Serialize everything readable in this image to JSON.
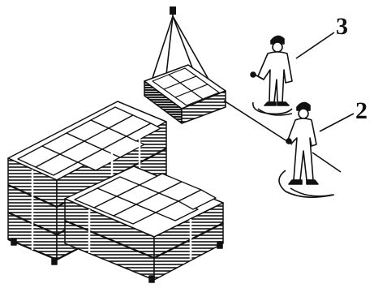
{
  "figure": {
    "callouts": [
      {
        "id": "worker-3",
        "label": "3"
      },
      {
        "id": "worker-2",
        "label": "2"
      }
    ],
    "colors": {
      "ink": "#111111",
      "paper": "#ffffff"
    },
    "depicts": [
      "pallet-stack-large",
      "crane-sling",
      "suspended-pallet-load",
      "guide-rope",
      "worker",
      "worker"
    ]
  }
}
